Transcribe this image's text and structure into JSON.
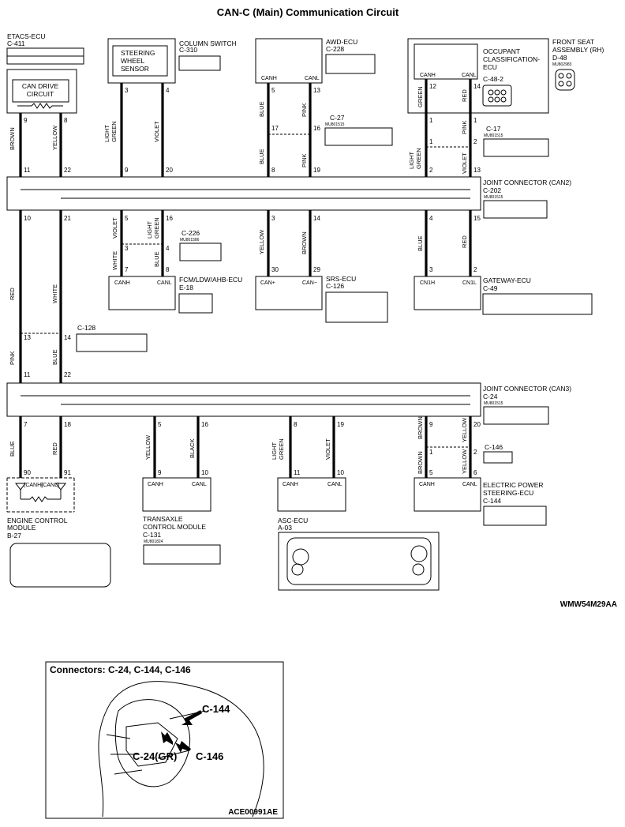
{
  "title": "CAN-C (Main) Communication Circuit",
  "diagram_code": "WMW54M29AA",
  "inset": {
    "title": "Connectors: C-24, C-144, C-146",
    "code": "ACE00991AE",
    "labels": [
      "C-144",
      "C-24(GR)",
      "C-146"
    ]
  },
  "joints": [
    {
      "name": "JOINT CONNECTOR (CAN2)",
      "conn": "C-202"
    },
    {
      "name": "JOINT CONNECTOR (CAN3)",
      "conn": "C-24"
    }
  ],
  "components": [
    {
      "name": "ETACS-ECU",
      "conn": "C-411"
    },
    {
      "name": "CAN DRIVE CIRCUIT",
      "conn": ""
    },
    {
      "name": "STEERING WHEEL SENSOR",
      "conn": ""
    },
    {
      "name": "COLUMN SWITCH",
      "conn": "C-310"
    },
    {
      "name": "AWD-ECU",
      "conn": "C-228"
    },
    {
      "name": "OCCUPANT CLASSIFICATION-ECU",
      "conn": "C-48-2"
    },
    {
      "name": "FRONT SEAT ASSEMBLY (RH)",
      "conn": "D-48"
    },
    {
      "name": "FCM/LDW/AHB-ECU",
      "conn": "E-18"
    },
    {
      "name": "SRS-ECU",
      "conn": "C-126"
    },
    {
      "name": "GATEWAY-ECU",
      "conn": "C-49"
    },
    {
      "name": "ENGINE CONTROL MODULE",
      "conn": "B-27"
    },
    {
      "name": "TRANSAXLE CONTROL MODULE",
      "conn": "C-131"
    },
    {
      "name": "ASC-ECU",
      "conn": "A-03"
    },
    {
      "name": "ELECTRIC POWER STEERING-ECU",
      "conn": "C-144"
    }
  ],
  "connectors": [
    {
      "id": "C-27",
      "part": "MU801515"
    },
    {
      "id": "C-17",
      "part": "MU801515"
    },
    {
      "id": "C-226",
      "part": "MU801586"
    },
    {
      "id": "C-128",
      "part": ""
    },
    {
      "id": "C-146",
      "part": ""
    },
    {
      "id": "C-131",
      "part": "MU801824"
    },
    {
      "id": "D-48",
      "part": "MU802983"
    },
    {
      "id": "C-202",
      "part": "MU801515"
    },
    {
      "id": "C-24",
      "part": "MU801515"
    }
  ],
  "wire_colors": [
    "BROWN",
    "YELLOW",
    "LIGHT GREEN",
    "VIOLET",
    "BLUE",
    "PINK",
    "GREEN",
    "RED",
    "WHITE",
    "BLACK"
  ],
  "pin_labels": [
    "CANH",
    "CANL",
    "CAN+",
    "CAN-",
    "CN1H",
    "CN1L",
    "(CANH)",
    "(CANL)"
  ]
}
